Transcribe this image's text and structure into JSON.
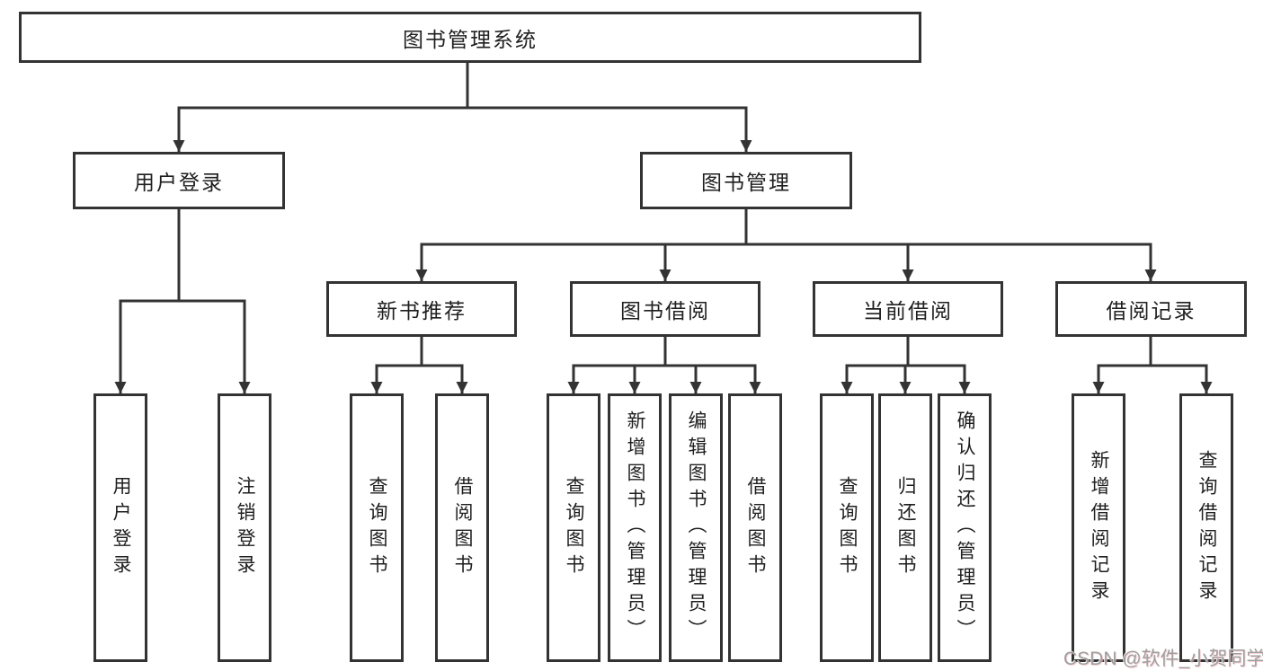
{
  "diagram": {
    "root": {
      "label": "图书管理系统"
    },
    "level1": [
      {
        "id": "user-login",
        "label": "用户登录"
      },
      {
        "id": "book-management",
        "label": "图书管理"
      }
    ],
    "level2": [
      {
        "id": "new-book-recommend",
        "label": "新书推荐",
        "parent": "book-management"
      },
      {
        "id": "book-borrowing",
        "label": "图书借阅",
        "parent": "book-management"
      },
      {
        "id": "current-borrowing",
        "label": "当前借阅",
        "parent": "book-management"
      },
      {
        "id": "borrowing-records",
        "label": "借阅记录",
        "parent": "book-management"
      }
    ],
    "leaves": [
      {
        "label": "用户登录",
        "parent": "user-login"
      },
      {
        "label": "注销登录",
        "parent": "user-login"
      },
      {
        "label": "查询图书",
        "parent": "new-book-recommend"
      },
      {
        "label": "借阅图书",
        "parent": "new-book-recommend"
      },
      {
        "label": "查询图书",
        "parent": "book-borrowing"
      },
      {
        "label": "新增图书（管理员）",
        "parent": "book-borrowing"
      },
      {
        "label": "编辑图书（管理员）",
        "parent": "book-borrowing"
      },
      {
        "label": "借阅图书",
        "parent": "book-borrowing"
      },
      {
        "label": "查询图书",
        "parent": "current-borrowing"
      },
      {
        "label": "归还图书",
        "parent": "current-borrowing"
      },
      {
        "label": "确认归还（管理员）",
        "parent": "current-borrowing"
      },
      {
        "label": "新增借阅记录",
        "parent": "borrowing-records"
      },
      {
        "label": "查询借阅记录",
        "parent": "borrowing-records"
      }
    ]
  },
  "watermark": {
    "text": "CSDN @软件_小贺同学"
  },
  "colors": {
    "line": "#333333",
    "text": "#1f1f1f",
    "background": "#ffffff",
    "watermark": "#9e9e9e"
  }
}
